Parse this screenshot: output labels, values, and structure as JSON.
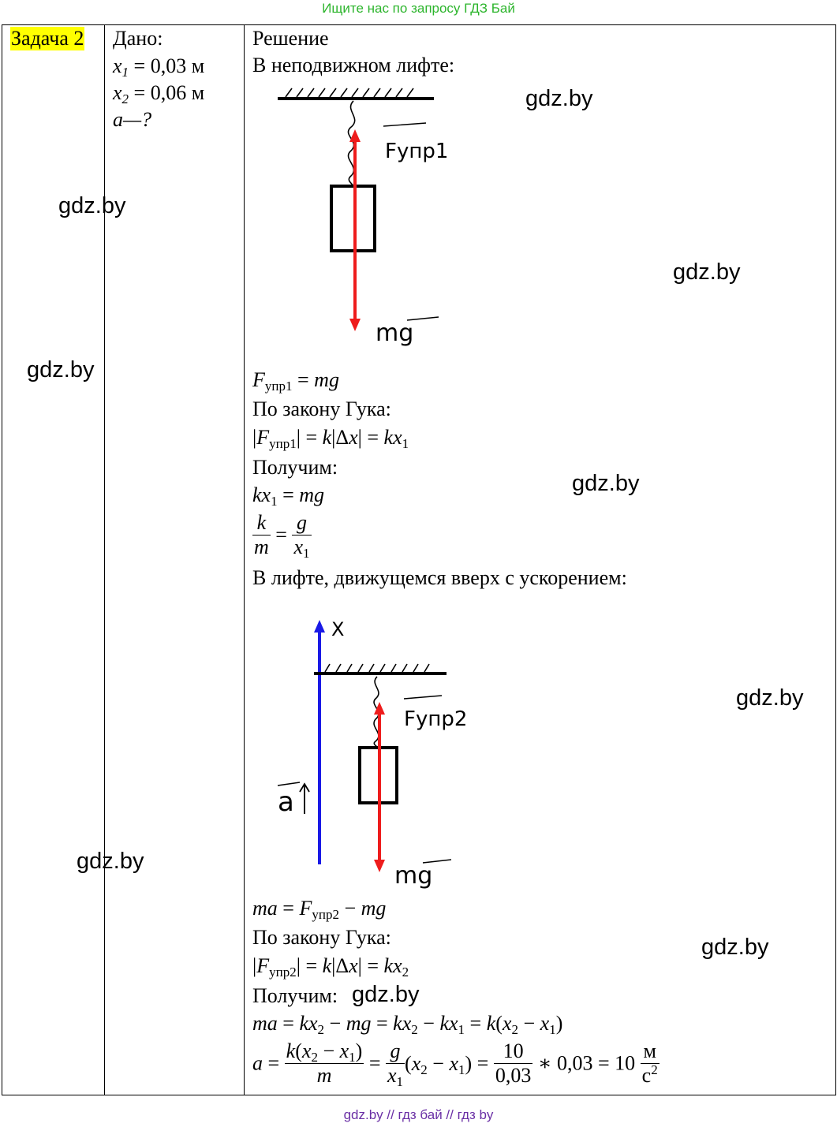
{
  "header": {
    "note": "Ищите нас по запросу ГДЗ Бай"
  },
  "footer": {
    "note": "gdz.by  //  гдз бай  //  гдз by"
  },
  "task": {
    "label": "Задача 2"
  },
  "given": {
    "title": "Дано:",
    "x1_lhs": "x",
    "x1_sub": "1",
    "x1_val": "= 0,03 м",
    "x2_lhs": "x",
    "x2_sub": "2",
    "x2_val": "= 0,06 м",
    "question": "a—?"
  },
  "solution": {
    "title": "Решение",
    "case1": "В неподвижном лифте:",
    "hooke1": "По закону Гука:",
    "get1": "Получим:",
    "case2": "В лифте, движущемся вверх с ускорением:",
    "hooke2": "По закону Гука:",
    "get2": "Получим:"
  },
  "diagram1": {
    "force_label": "Fупр1",
    "weight_label": "mg"
  },
  "diagram2": {
    "axis_label": "X",
    "accel_label": "a",
    "force_label": "Fупр2",
    "weight_label": "mg"
  },
  "watermarks": [
    "gdz.by",
    "gdz.by",
    "gdz.by",
    "gdz.by",
    "gdz.by",
    "gdz.by",
    "gdz.by",
    "gdz.by",
    "gdz.by"
  ],
  "colors": {
    "force": "#ee1c1c",
    "axis": "#1a1ae6",
    "highlight": "#ffff00",
    "header_text": "#2db52d",
    "footer_text": "#6a2fa5"
  }
}
